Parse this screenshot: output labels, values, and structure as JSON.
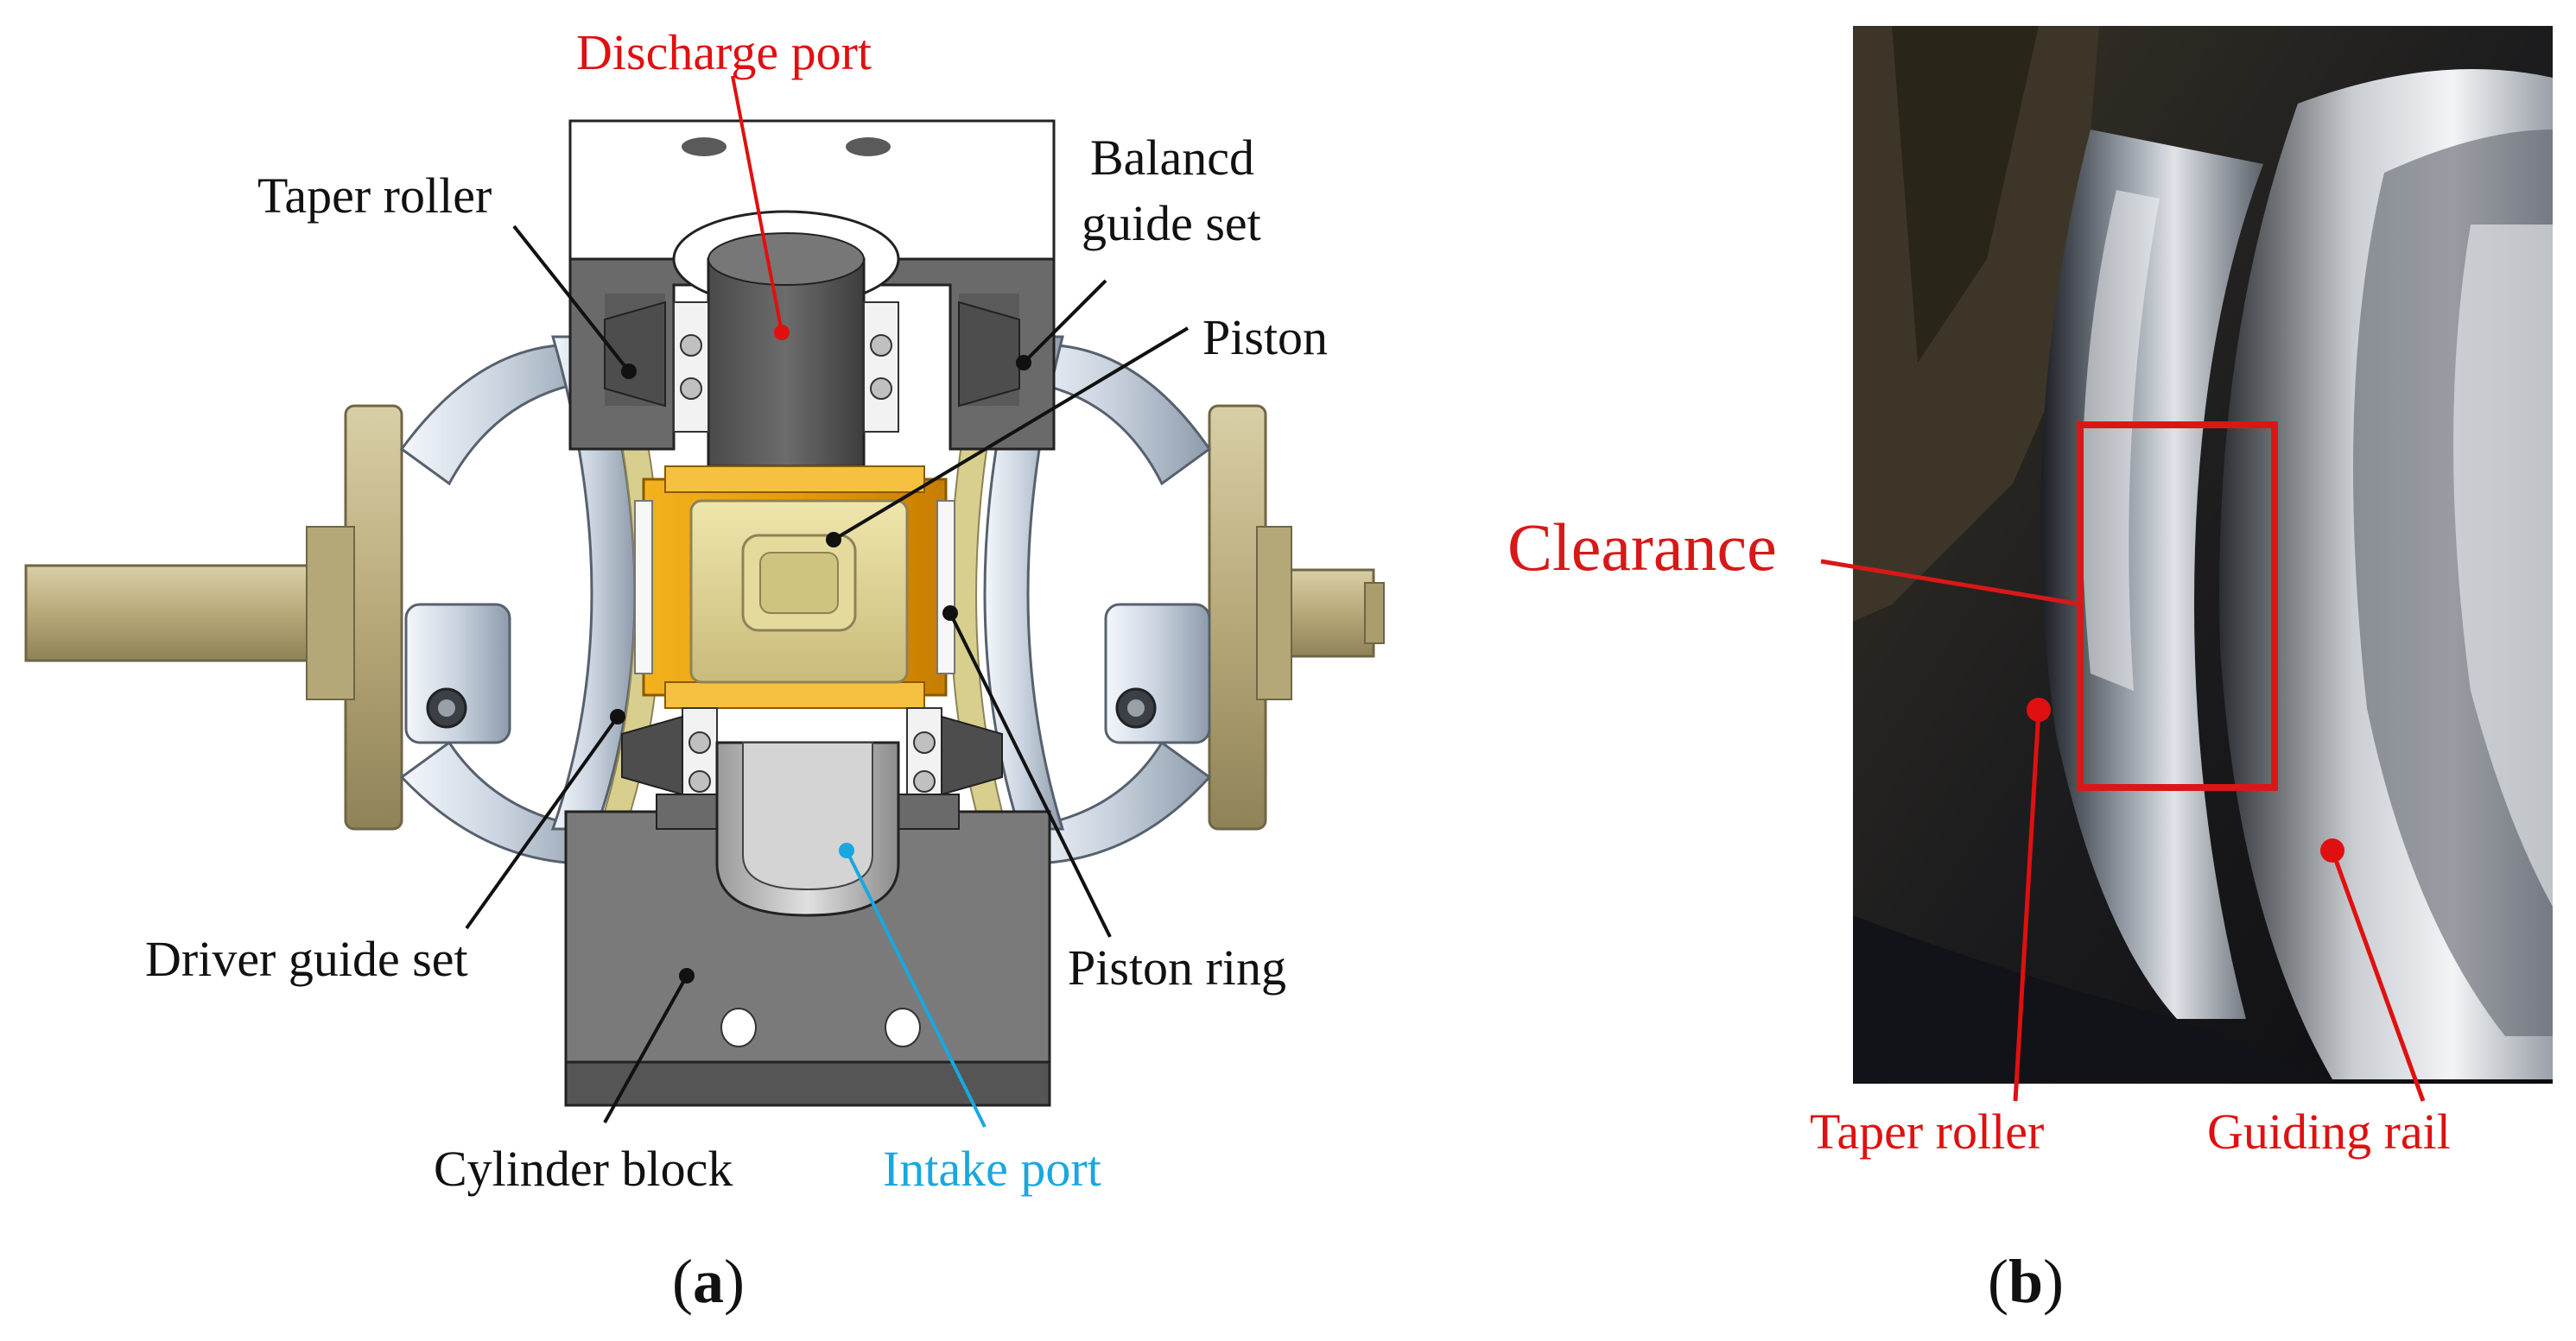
{
  "colors": {
    "red": "#e01010",
    "blue": "#1aa7e0",
    "black": "#111111",
    "clearance_red": "#d81818"
  },
  "panel_a": {
    "labels": {
      "discharge_port": "Discharge port",
      "taper_roller": "Taper roller",
      "balanced_guide_set_line1": "Balancd",
      "balanced_guide_set_line2": "guide set",
      "piston": "Piston",
      "driver_guide_set": "Driver guide set",
      "piston_ring": "Piston ring",
      "cylinder_block": "Cylinder block",
      "intake_port": "Intake port"
    },
    "caption": {
      "open": "(",
      "letter": "a",
      "close": ")"
    }
  },
  "panel_b": {
    "labels": {
      "clearance": "Clearance",
      "taper_roller": "Taper roller",
      "guiding_rail": "Guiding rail"
    },
    "caption": {
      "open": "(",
      "letter": "b",
      "close": ")"
    }
  }
}
